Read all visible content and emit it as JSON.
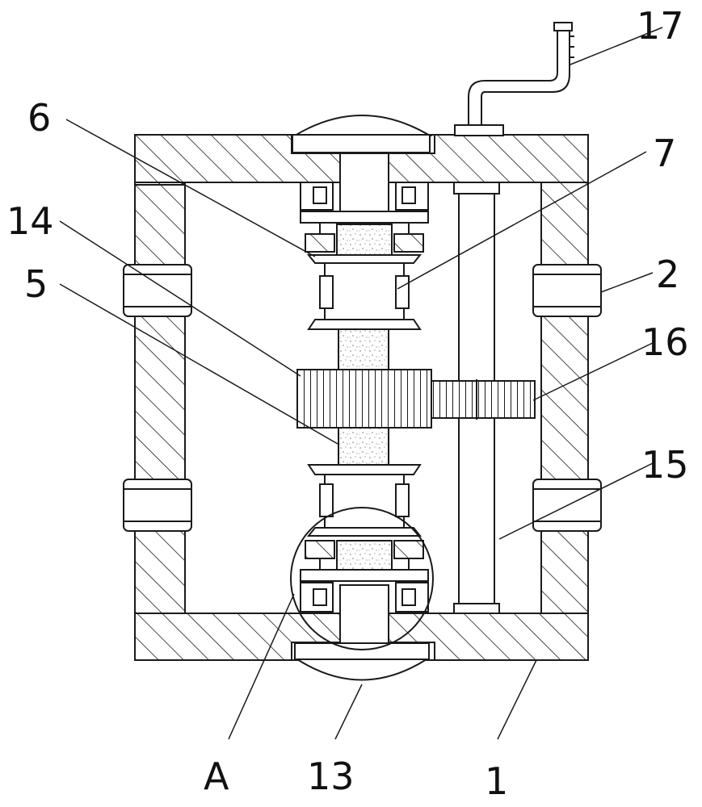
{
  "labels": {
    "l17": "17",
    "l6": "6",
    "l7": "7",
    "l14": "14",
    "l2": "2",
    "l5": "5",
    "l16": "16",
    "l15": "15",
    "lA": "A",
    "l13": "13",
    "l1": "1"
  },
  "colors": {
    "line": "#1a1a1a",
    "hatch": "#1a1a1a",
    "speckle": "#777777",
    "background": "#ffffff"
  }
}
